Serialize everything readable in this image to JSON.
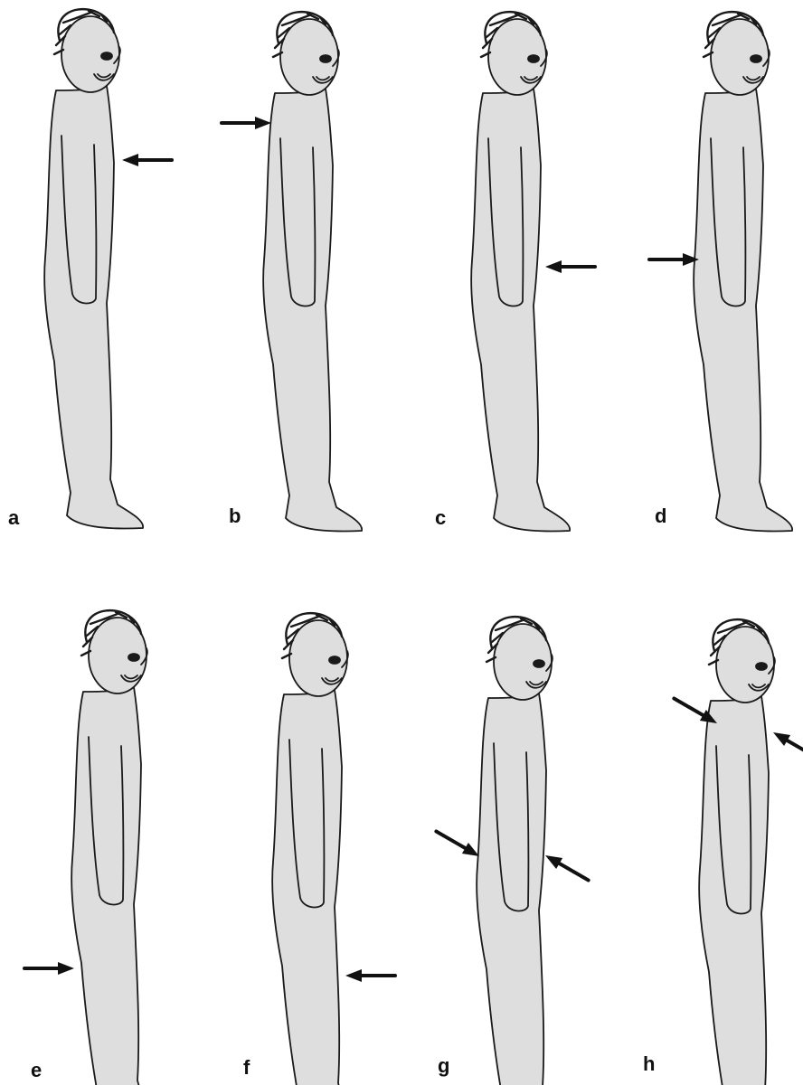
{
  "panels": [
    {
      "id": "a",
      "label": "a",
      "arrow_count": 1
    },
    {
      "id": "b",
      "label": "b",
      "arrow_count": 1
    },
    {
      "id": "c",
      "label": "c",
      "arrow_count": 1
    },
    {
      "id": "d",
      "label": "d",
      "arrow_count": 1
    },
    {
      "id": "e",
      "label": "e",
      "arrow_count": 1
    },
    {
      "id": "f",
      "label": "f",
      "arrow_count": 1
    },
    {
      "id": "g",
      "label": "g",
      "arrow_count": 2
    },
    {
      "id": "h",
      "label": "h",
      "arrow_count": 2
    }
  ],
  "colors": {
    "body_fill": "#dedede",
    "outline": "#1a1a1a",
    "arrow": "#111111",
    "background": "#ffffff"
  },
  "icons": {
    "figure": "standing-person-side-view",
    "marker": "arrow-icon"
  }
}
